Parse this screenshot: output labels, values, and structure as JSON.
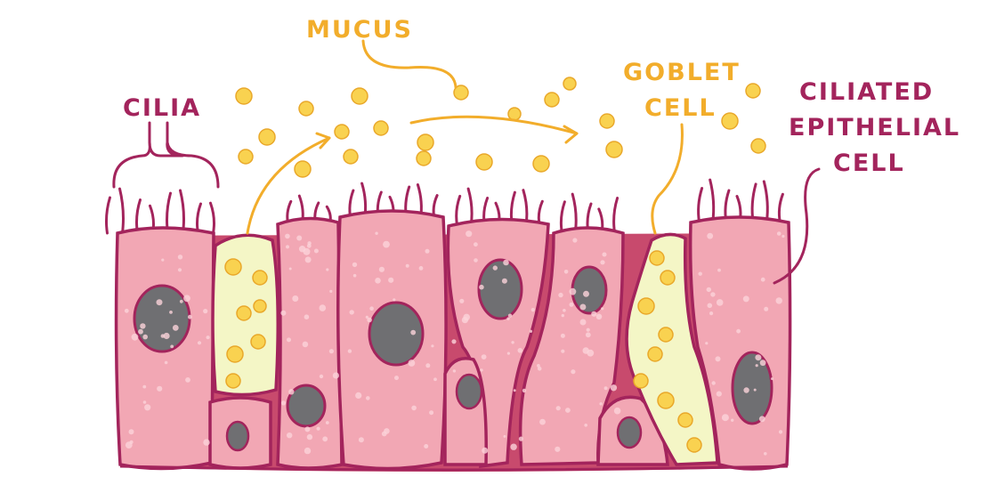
{
  "labels": {
    "cilia": "CILIA",
    "mucus": "MUCUS",
    "goblet_cell": [
      "GOBLET",
      "CELL"
    ],
    "ciliated_epithelial_cell": [
      "CILIATED",
      "EPITHELIAL",
      "CELL"
    ]
  },
  "colors": {
    "outline": "#a3245c",
    "cell_fill": "#f2a7b4",
    "cell_fill_light": "#f7bcc8",
    "nucleus": "#6f6f72",
    "goblet_fill": "#f4f6c6",
    "mucus": "#f9d250",
    "mucus_outline": "#e9a82a",
    "basement": "#c84a6d"
  }
}
